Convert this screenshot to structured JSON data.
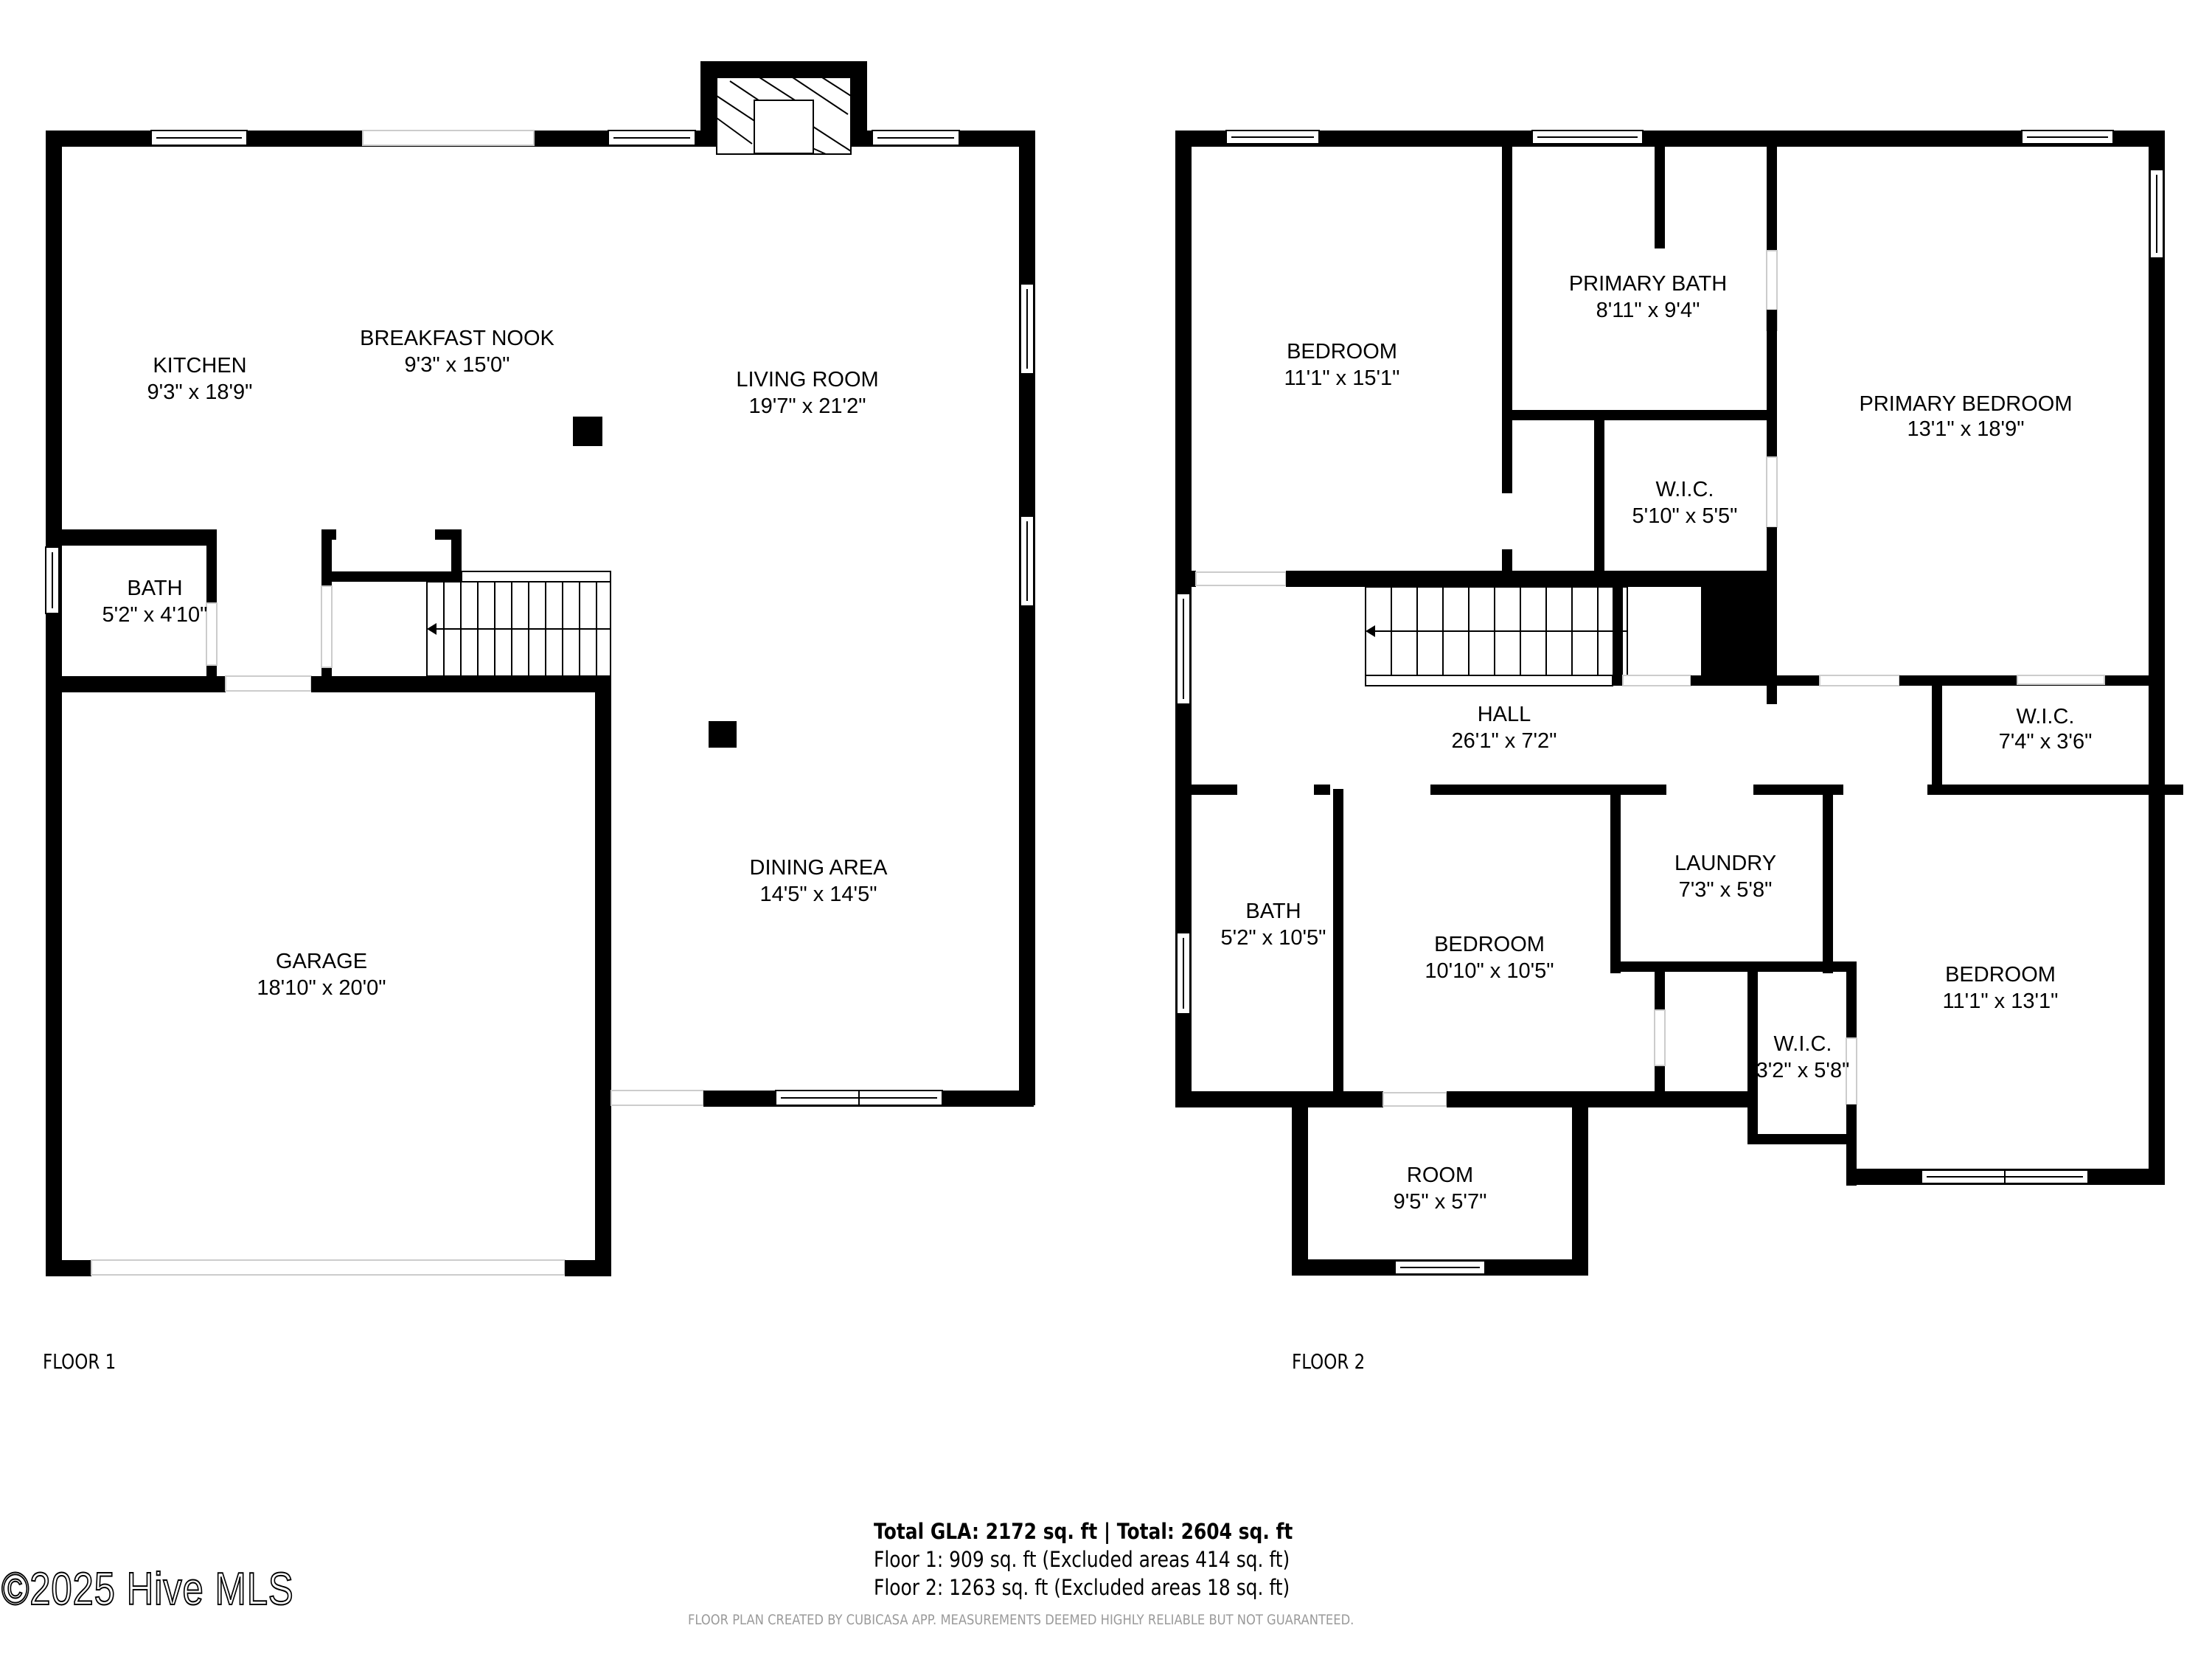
{
  "floors": [
    {
      "label": "FLOOR 1",
      "rooms": [
        {
          "name": "KITCHEN",
          "dims": "9'3\" x 18'9\""
        },
        {
          "name": "BREAKFAST NOOK",
          "dims": "9'3\" x 15'0\""
        },
        {
          "name": "LIVING ROOM",
          "dims": "19'7\" x 21'2\""
        },
        {
          "name": "BATH",
          "dims": "5'2\" x 4'10\""
        },
        {
          "name": "DINING AREA",
          "dims": "14'5\" x 14'5\""
        },
        {
          "name": "GARAGE",
          "dims": "18'10\" x 20'0\""
        }
      ]
    },
    {
      "label": "FLOOR 2",
      "rooms": [
        {
          "name": "BEDROOM",
          "dims": "11'1\" x 15'1\""
        },
        {
          "name": "PRIMARY BATH",
          "dims": "8'11\" x 9'4\""
        },
        {
          "name": "PRIMARY BEDROOM",
          "dims": "13'1\" x 18'9\""
        },
        {
          "name": "W.I.C.",
          "dims": "5'10\" x 5'5\""
        },
        {
          "name": "HALL",
          "dims": "26'1\" x 7'2\""
        },
        {
          "name": "W.I.C.",
          "dims": "7'4\" x 3'6\""
        },
        {
          "name": "BATH",
          "dims": "5'2\" x 10'5\""
        },
        {
          "name": "BEDROOM",
          "dims": "10'10\" x 10'5\""
        },
        {
          "name": "LAUNDRY",
          "dims": "7'3\" x 5'8\""
        },
        {
          "name": "BEDROOM",
          "dims": "11'1\" x 13'1\""
        },
        {
          "name": "W.I.C.",
          "dims": "3'2\" x 5'8\""
        },
        {
          "name": "ROOM",
          "dims": "9'5\" x 5'7\""
        }
      ]
    }
  ],
  "summary": {
    "total_line": "Total GLA: 2172 sq. ft | Total: 2604 sq. ft",
    "floor1_line": "Floor 1: 909 sq. ft (Excluded areas 414 sq. ft)",
    "floor2_line": "Floor 2: 1263 sq. ft (Excluded areas 18 sq. ft)"
  },
  "disclaimer": "FLOOR PLAN CREATED BY CUBICASA APP. MEASUREMENTS DEEMED HIGHLY RELIABLE BUT NOT GUARANTEED.",
  "copyright": "©2025 Hive MLS",
  "colors": {
    "wall": "#000000",
    "background": "#ffffff",
    "disclaimer": "#9a9a9a"
  }
}
